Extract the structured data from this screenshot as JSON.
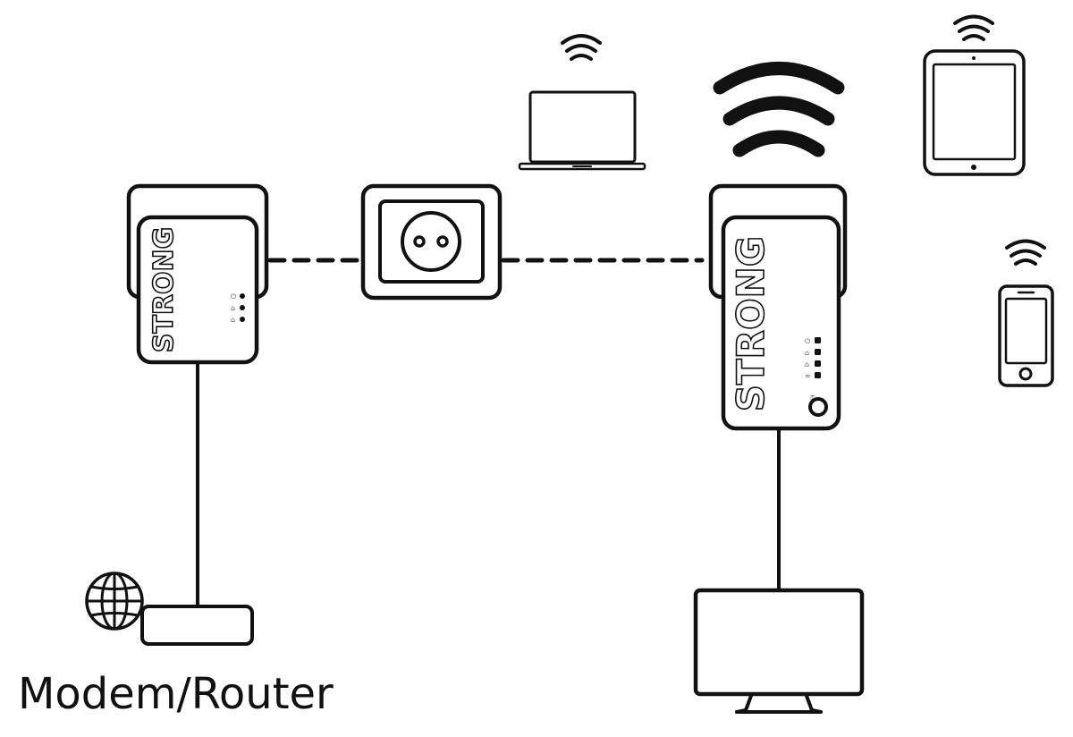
{
  "diagram": {
    "brand_left": "STRONG",
    "brand_right": "STRONG",
    "modem_label": "Modem/Router"
  },
  "icons": {
    "laptop": "laptop-icon",
    "tablet": "tablet-icon",
    "phone": "smartphone-icon",
    "tv": "tv-monitor-icon",
    "globe": "globe-icon",
    "wall_socket": "wall-socket-icon",
    "wifi": "wifi-icon"
  },
  "colors": {
    "ink": "#111111",
    "background": "#ffffff"
  }
}
